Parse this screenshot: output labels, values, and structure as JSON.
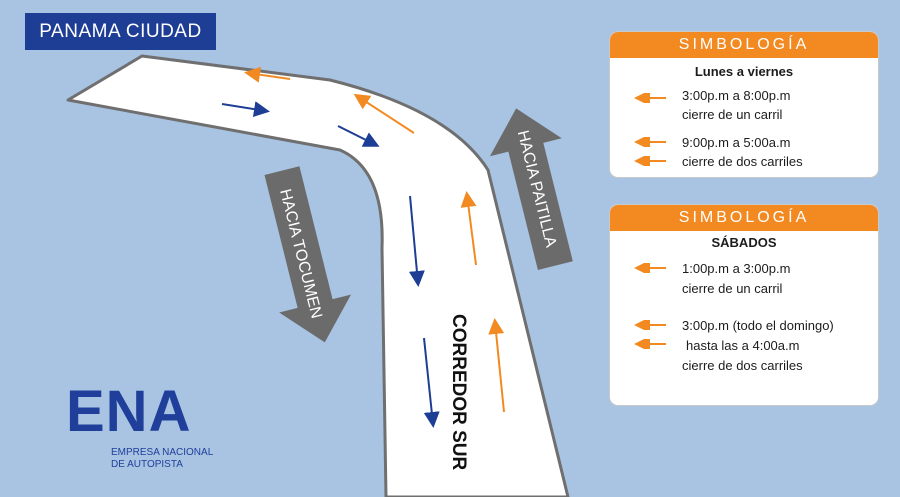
{
  "city_label": "PANAMA CIUDAD",
  "roads": {
    "tocumen": "HACIA TOCUMEN",
    "paitilla": "HACIA PAITILLA",
    "corredor": "CORREDOR SUR"
  },
  "legend_weekday": {
    "header": "SIMBOLOGÍA",
    "subtitle": "Lunes a viernes",
    "entries": [
      {
        "lines": [
          "3:00p.m a 8:00p.m",
          "cierre de un carril"
        ],
        "arrows": 1
      },
      {
        "lines": [
          "9:00p.m a 5:00a.m",
          "cierre de dos carriles"
        ],
        "arrows": 2
      }
    ]
  },
  "legend_saturday": {
    "header": "SIMBOLOGÍA",
    "subtitle": "SÁBADOS",
    "entries": [
      {
        "lines": [
          "1:00p.m a 3:00p.m",
          "cierre de un carril"
        ],
        "arrows": 1
      },
      {
        "lines": [
          "3:00p.m (todo el domingo)",
          "hasta las a 4:00a.m",
          "cierre de dos carriles"
        ],
        "arrows": 2
      }
    ]
  },
  "logo": {
    "mark": "ENA",
    "line1": "EMPRESA NACIONAL",
    "line2": "DE AUTOPISTA"
  },
  "colors": {
    "water": "#a9c4e2",
    "road": "#ffffff",
    "road_edge": "#6f6f6f",
    "orange": "#f28a21",
    "blue": "#1d3e94",
    "gray_arrow": "#6b6b6b"
  }
}
